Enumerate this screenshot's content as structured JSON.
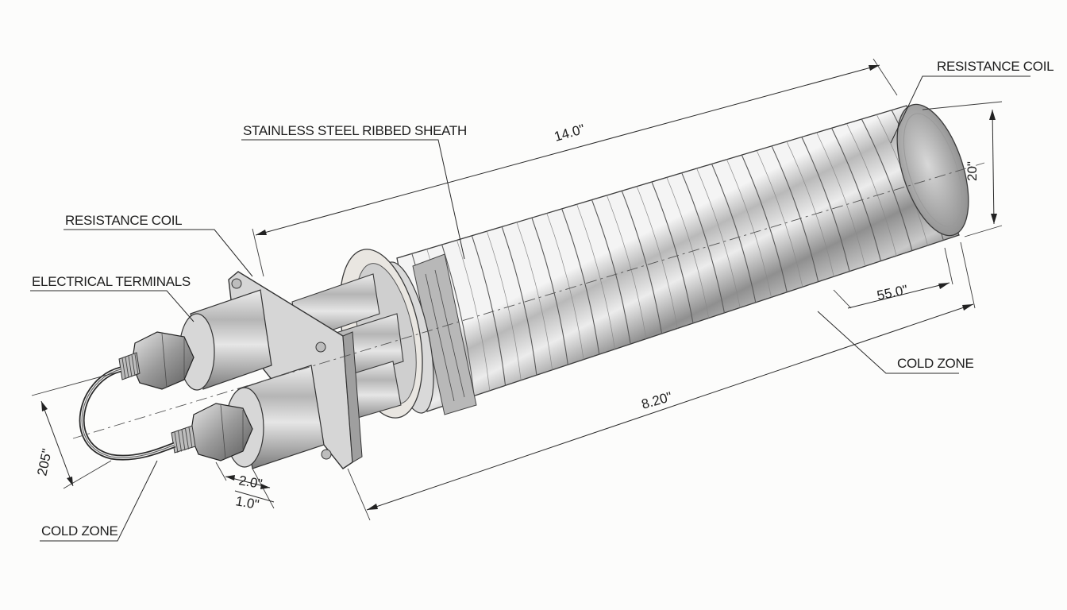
{
  "labels": {
    "resistance_coil_top": "RESISTANCE COIL",
    "stainless_sheath": "STAINLESS STEEL RIBBED SHEATH",
    "resistance_coil_left": "RESISTANCE COIL",
    "electrical_terminals": "ELECTRICAL TERMINALS",
    "cold_zone_right": "COLD ZONE",
    "cold_zone_left": "COLD ZONE"
  },
  "dimensions": {
    "overall_length": "14.0\"",
    "diameter": "20\"",
    "cold_zone_length": "55.0\"",
    "sheath_length": "8.20\"",
    "terminal_spacing": "205\"",
    "terminal_width": "2.0\"",
    "terminal_offset": "1.0\""
  }
}
